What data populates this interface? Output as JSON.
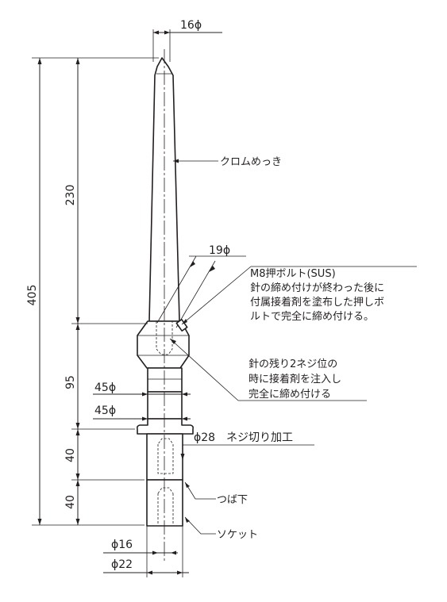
{
  "labels": {
    "tip_dia": "16ϕ",
    "plating": "クロムめっき",
    "collar_dia": "19ϕ",
    "bolt": "M8押ボルト(SUS)",
    "bolt_note_1": "針の締め付けが終わった後に",
    "bolt_note_2": "付属接着剤を塗布した押しボ",
    "bolt_note_3": "ルトで完全に締め付ける。",
    "adhesive_note_1": "針の残り2ネジ位の",
    "adhesive_note_2": "時に接着剤を注入し",
    "adhesive_note_3": "完全に締め付ける",
    "dia_45_upper": "45ϕ",
    "dia_45_lower": "45ϕ",
    "thread": "ϕ28　ネジ切り加工",
    "flange_bottom": "つば下",
    "socket": "ソケット",
    "dim_overall": "405",
    "dim_needle": "230",
    "dim_collar": "95",
    "dim_upper_socket": "40",
    "dim_lower_socket": "40",
    "bottom_dia_16": "ϕ16",
    "bottom_dia_22": "ϕ22"
  }
}
